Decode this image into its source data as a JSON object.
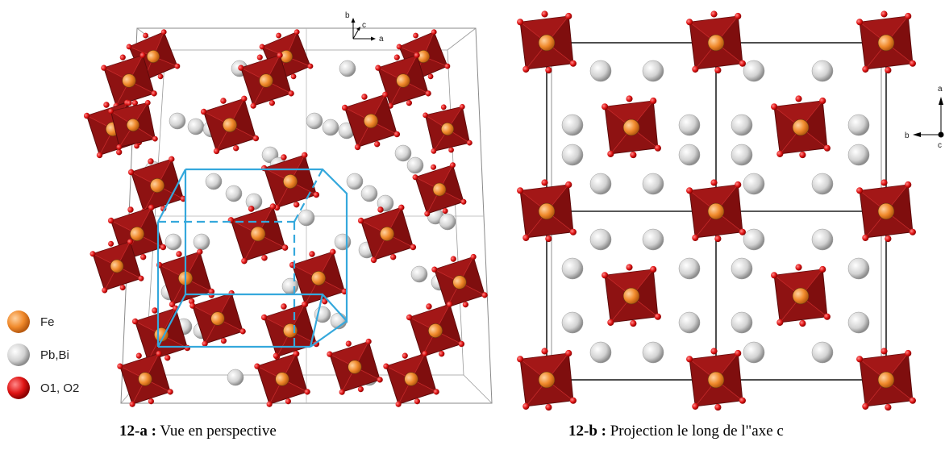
{
  "legend": {
    "items": [
      {
        "label": "Fe",
        "color": "#f08a2c"
      },
      {
        "label": "Pb,Bi",
        "color": "#cfcfcf"
      },
      {
        "label": "O1, O2",
        "color": "#d81414"
      }
    ]
  },
  "panel_a": {
    "axes": {
      "a": "a",
      "b": "b",
      "c": "c"
    },
    "caption": {
      "bold": "12-a :",
      "text": " Vue en perspective"
    }
  },
  "panel_b": {
    "axes": {
      "a": "a",
      "b": "b",
      "c": "c"
    },
    "caption": {
      "bold": "12-b :",
      "text": " Projection le long de l\"axe c"
    }
  },
  "colors": {
    "octahedron": "#8e1212",
    "octahedron_light": "#b51c1c",
    "oxygen": "#e01515",
    "iron": "#f08a2c",
    "lead_bismuth": "#d4d4d4",
    "cell_highlight": "#35a8dc"
  }
}
